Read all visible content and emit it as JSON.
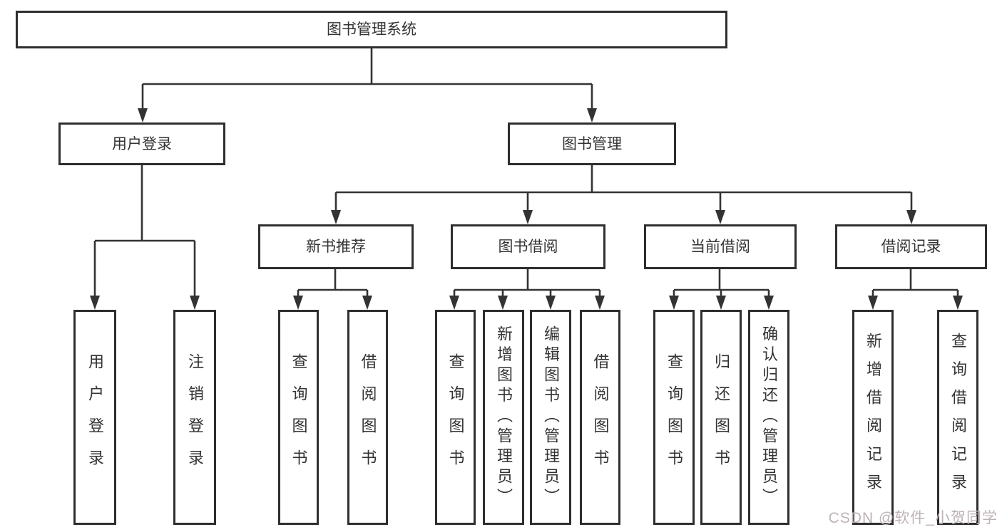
{
  "colors": {
    "line": "#333333",
    "box_border": "#2e2e2e",
    "text": "#333333",
    "background": "#ffffff",
    "watermark": "#bdb3b6"
  },
  "watermark": "CSDN @软件_小贺同学",
  "tree": {
    "root": "图书管理系统",
    "branches": {
      "user_login": "用户登录",
      "book_mgmt": "图书管理"
    },
    "modules": {
      "new_book_rec": "新书推荐",
      "book_borrow": "图书借阅",
      "current_borrow": "当前借阅",
      "borrow_records": "借阅记录"
    },
    "leaves": {
      "user_login_1": "用户登录",
      "user_login_2": "注销登录",
      "new_book_rec_1": "查询图书",
      "new_book_rec_2": "借阅图书",
      "book_borrow_1": "查询图书",
      "book_borrow_2": "新增图书（管理员）",
      "book_borrow_3": "编辑图书（管理员）",
      "book_borrow_4": "借阅图书",
      "current_borrow_1": "查询图书",
      "current_borrow_2": "归还图书",
      "current_borrow_3": "确认归还（管理员）",
      "borrow_records_1": "新增借阅记录",
      "borrow_records_2": "查询借阅记录"
    }
  }
}
